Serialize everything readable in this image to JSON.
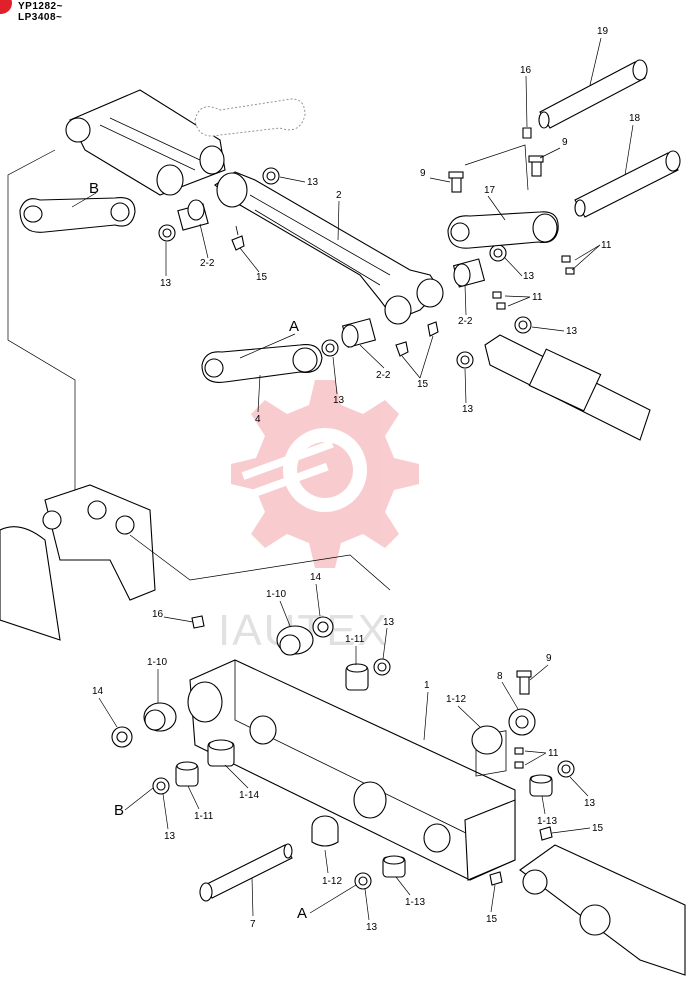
{
  "serials": [
    "YP1282~",
    "LP3408~"
  ],
  "colors": {
    "watermark": "#f4a3a8",
    "tab": "#e0202a",
    "ink": "#000000"
  },
  "watermark_text": "IAUTEX",
  "callouts": {
    "c19": "19",
    "c16a": "16",
    "c9a": "9",
    "c18": "18",
    "c9b": "9",
    "c13a": "13",
    "c2": "2",
    "cB1": "B",
    "c17": "17",
    "c11a": "11",
    "c13b": "13",
    "c22a": "2-2",
    "c15a": "15",
    "c13c": "13",
    "c11b": "11",
    "c22b": "2-2",
    "c13d": "13",
    "cA1": "A",
    "c22c": "2-2",
    "c15b": "15",
    "c13e": "13",
    "c4": "4",
    "c13f": "13",
    "c14a": "14",
    "c110a": "1-10",
    "c16b": "16",
    "c13g": "13",
    "c111a": "1-11",
    "c110b": "1-10",
    "c1": "1",
    "c9c": "9",
    "c8": "8",
    "c112a": "1-12",
    "c14b": "14",
    "c11c": "11",
    "cB2": "B",
    "c13h": "13",
    "c111b": "1-11",
    "c114": "1-14",
    "c13i": "13",
    "c113a": "1-13",
    "c15c": "15",
    "c112b": "1-12",
    "c113b": "1-13",
    "cA2": "A",
    "c7": "7",
    "c13j": "13",
    "c15d": "15"
  }
}
